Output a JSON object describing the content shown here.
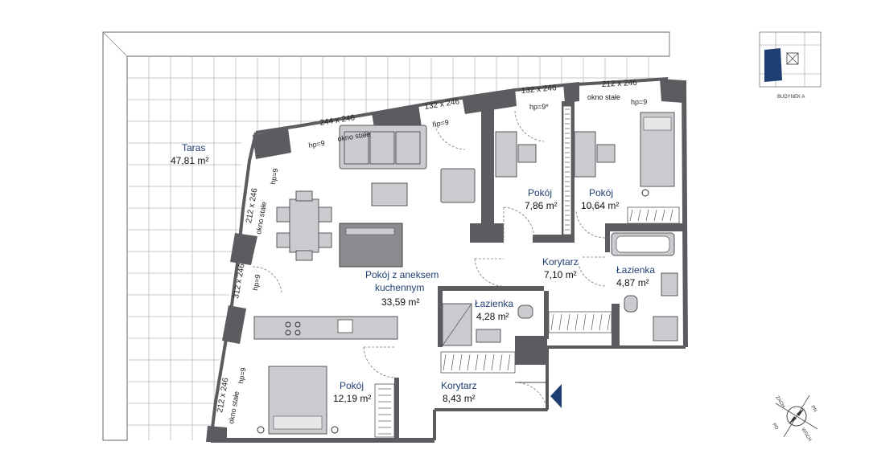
{
  "rooms": {
    "taras": {
      "name": "Taras",
      "area": "47,81 m²"
    },
    "pokoj_aneks": {
      "name_line1": "Pokój z aneksem",
      "name_line2": "kuchennym",
      "area": "33,59 m²"
    },
    "pokoj_a": {
      "name": "Pokój",
      "area": "7,86 m²"
    },
    "pokoj_b": {
      "name": "Pokój",
      "area": "10,64 m²"
    },
    "korytarz_a": {
      "name": "Korytarz",
      "area": "7,10 m²"
    },
    "lazienka_a": {
      "name": "Łazienka",
      "area": "4,87 m²"
    },
    "lazienka_b": {
      "name": "Łazienka",
      "area": "4,28 m²"
    },
    "pokoj_c": {
      "name": "Pokój",
      "area": "12,19 m²"
    },
    "korytarz_b": {
      "name": "Korytarz",
      "area": "8,43 m²"
    }
  },
  "windows": {
    "w1_dim": "244 x 246",
    "w1_hp": "hp=9",
    "w1_note": "okno stałe",
    "w2_dim": "132 x 246",
    "w2_hp": "hp=9",
    "w3_dim": "132 x 246",
    "w3_hp": "hp=9*",
    "w4_dim": "212 x 246",
    "w4_hp": "hp=9",
    "w4_note": "okno stałe",
    "w5_dim": "212 x 246",
    "w5_hp": "hp=9",
    "w5_note": "okno stałe",
    "w6_dim": "312 x 246",
    "w6_hp": "hp=9",
    "w7_dim": "212 x 246",
    "w7_hp": "hp=9",
    "w7_note": "okno stałe"
  },
  "keyplan": {
    "label": "BUDYNEK A"
  },
  "compass": {
    "n": "PN",
    "s": "PD",
    "e": "WSCH",
    "w": "ZACH"
  },
  "colors": {
    "room_label": "#1f3f73",
    "wall": "#5a5c60",
    "keyplan_highlight": "#1f3f73",
    "entrance_marker": "#1f3f73"
  }
}
